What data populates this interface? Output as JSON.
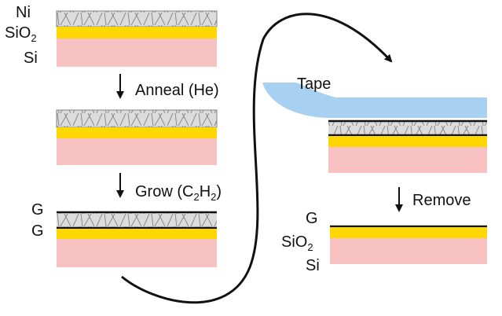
{
  "layers": {
    "ni": "Ni",
    "sio2_base": "SiO",
    "sio2_sub": "2",
    "si": "Si",
    "g": "G"
  },
  "steps": {
    "anneal": "Anneal (He)",
    "grow_prefix": "Grow (C",
    "grow_sub1": "2",
    "grow_mid": "H",
    "grow_sub2": "2",
    "grow_suffix": ")",
    "tape": "Tape",
    "remove": "Remove"
  },
  "colors": {
    "si": "#f8c2c2",
    "sio2": "#ffd700",
    "ni_fill": "#dcdcdc",
    "ni_stroke": "#808080",
    "graphene": "#111111",
    "tape": "#a8d0f0",
    "arrow": "#111111",
    "text": "#111111"
  }
}
